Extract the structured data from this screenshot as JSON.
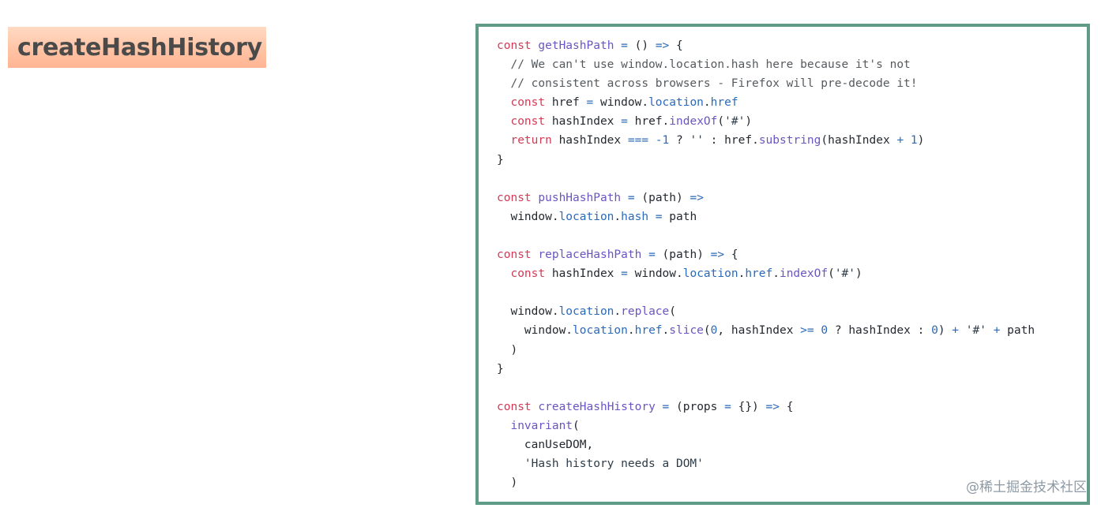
{
  "title": "createHashHistory",
  "watermark": "@稀土掘金技术社区",
  "colors": {
    "title_bg": "#ffc4a5",
    "frame_border": "#5f9b87",
    "keyword": "#d23a55",
    "function": "#6b55c2",
    "property": "#2b6ab8",
    "comment": "#555a5f",
    "text": "#23292f"
  },
  "code_lines": [
    [
      [
        "kw",
        "const "
      ],
      [
        "fn",
        "getHashPath"
      ],
      [
        "op",
        " = "
      ],
      [
        "punc",
        "() "
      ],
      [
        "op",
        "=>"
      ],
      [
        "punc",
        " {"
      ]
    ],
    [
      [
        "cm",
        "  // We can't use window.location.hash here because it's not"
      ]
    ],
    [
      [
        "cm",
        "  // consistent across browsers - Firefox will pre-decode it!"
      ]
    ],
    [
      [
        "kw",
        "  const "
      ],
      [
        "id",
        "href "
      ],
      [
        "op",
        "= "
      ],
      [
        "id",
        "window."
      ],
      [
        "prop",
        "location"
      ],
      [
        "punc",
        "."
      ],
      [
        "prop",
        "href"
      ]
    ],
    [
      [
        "kw",
        "  const "
      ],
      [
        "id",
        "hashIndex "
      ],
      [
        "op",
        "= "
      ],
      [
        "id",
        "href."
      ],
      [
        "fn",
        "indexOf"
      ],
      [
        "punc",
        "("
      ],
      [
        "str",
        "'#'"
      ],
      [
        "punc",
        ")"
      ]
    ],
    [
      [
        "kw",
        "  return "
      ],
      [
        "id",
        "hashIndex "
      ],
      [
        "op",
        "=== "
      ],
      [
        "num",
        "-1"
      ],
      [
        "punc",
        " ? "
      ],
      [
        "str",
        "''"
      ],
      [
        "punc",
        " : "
      ],
      [
        "id",
        "href."
      ],
      [
        "fn",
        "substring"
      ],
      [
        "punc",
        "("
      ],
      [
        "id",
        "hashIndex "
      ],
      [
        "op",
        "+ "
      ],
      [
        "num",
        "1"
      ],
      [
        "punc",
        ")"
      ]
    ],
    [
      [
        "punc",
        "}"
      ]
    ],
    [],
    [
      [
        "kw",
        "const "
      ],
      [
        "fn",
        "pushHashPath"
      ],
      [
        "op",
        " = "
      ],
      [
        "punc",
        "("
      ],
      [
        "id",
        "path"
      ],
      [
        "punc",
        ") "
      ],
      [
        "op",
        "=>"
      ]
    ],
    [
      [
        "id",
        "  window."
      ],
      [
        "prop",
        "location"
      ],
      [
        "punc",
        "."
      ],
      [
        "prop",
        "hash"
      ],
      [
        "op",
        " = "
      ],
      [
        "id",
        "path"
      ]
    ],
    [],
    [
      [
        "kw",
        "const "
      ],
      [
        "fn",
        "replaceHashPath"
      ],
      [
        "op",
        " = "
      ],
      [
        "punc",
        "("
      ],
      [
        "id",
        "path"
      ],
      [
        "punc",
        ") "
      ],
      [
        "op",
        "=>"
      ],
      [
        "punc",
        " {"
      ]
    ],
    [
      [
        "kw",
        "  const "
      ],
      [
        "id",
        "hashIndex "
      ],
      [
        "op",
        "= "
      ],
      [
        "id",
        "window."
      ],
      [
        "prop",
        "location"
      ],
      [
        "punc",
        "."
      ],
      [
        "prop",
        "href"
      ],
      [
        "punc",
        "."
      ],
      [
        "fn",
        "indexOf"
      ],
      [
        "punc",
        "("
      ],
      [
        "str",
        "'#'"
      ],
      [
        "punc",
        ")"
      ]
    ],
    [],
    [
      [
        "id",
        "  window."
      ],
      [
        "prop",
        "location"
      ],
      [
        "punc",
        "."
      ],
      [
        "fn",
        "replace"
      ],
      [
        "punc",
        "("
      ]
    ],
    [
      [
        "id",
        "    window."
      ],
      [
        "prop",
        "location"
      ],
      [
        "punc",
        "."
      ],
      [
        "prop",
        "href"
      ],
      [
        "punc",
        "."
      ],
      [
        "fn",
        "slice"
      ],
      [
        "punc",
        "("
      ],
      [
        "num",
        "0"
      ],
      [
        "punc",
        ", "
      ],
      [
        "id",
        "hashIndex "
      ],
      [
        "op",
        ">= "
      ],
      [
        "num",
        "0"
      ],
      [
        "punc",
        " ? "
      ],
      [
        "id",
        "hashIndex"
      ],
      [
        "punc",
        " : "
      ],
      [
        "num",
        "0"
      ],
      [
        "punc",
        ") "
      ],
      [
        "op",
        "+ "
      ],
      [
        "str",
        "'#'"
      ],
      [
        "op",
        " + "
      ],
      [
        "id",
        "path"
      ]
    ],
    [
      [
        "punc",
        "  )"
      ]
    ],
    [
      [
        "punc",
        "}"
      ]
    ],
    [],
    [
      [
        "kw",
        "const "
      ],
      [
        "fn",
        "createHashHistory"
      ],
      [
        "op",
        " = "
      ],
      [
        "punc",
        "("
      ],
      [
        "id",
        "props "
      ],
      [
        "op",
        "= "
      ],
      [
        "punc",
        "{}) "
      ],
      [
        "op",
        "=>"
      ],
      [
        "punc",
        " {"
      ]
    ],
    [
      [
        "fn",
        "  invariant"
      ],
      [
        "punc",
        "("
      ]
    ],
    [
      [
        "id",
        "    canUseDOM"
      ],
      [
        "punc",
        ","
      ]
    ],
    [
      [
        "str",
        "    'Hash history needs a DOM'"
      ]
    ],
    [
      [
        "punc",
        "  )"
      ]
    ]
  ]
}
